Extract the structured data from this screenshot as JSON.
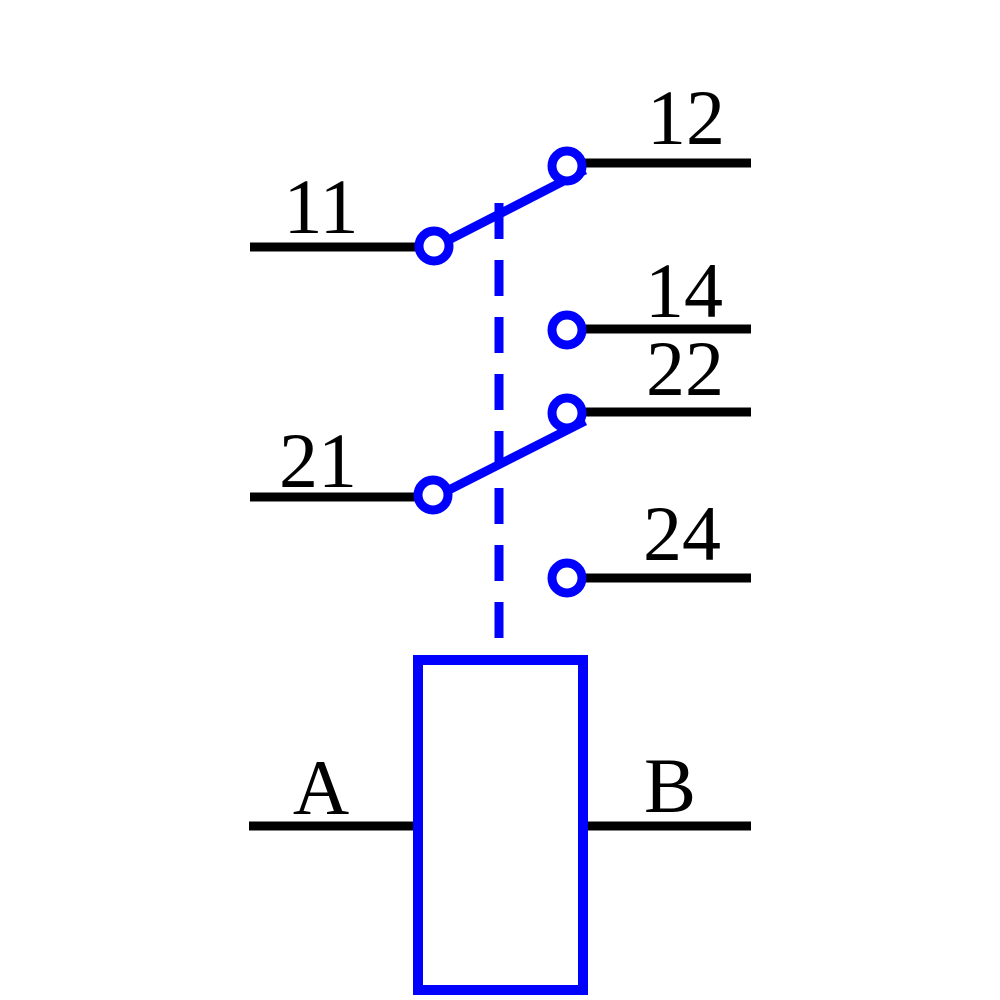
{
  "colors": {
    "wire": "#000000",
    "contact": "#0000ff",
    "label": "#000000",
    "circle_fill": "#ffffff",
    "background": "#ffffff"
  },
  "labels": {
    "contact_11": "11",
    "contact_12": "12",
    "contact_14": "14",
    "contact_21": "21",
    "contact_22": "22",
    "contact_24": "24",
    "coil_a": "A",
    "coil_b": "B"
  }
}
